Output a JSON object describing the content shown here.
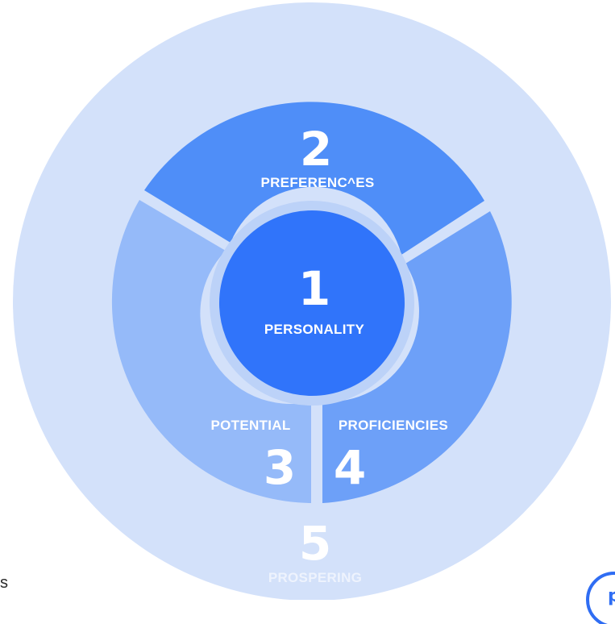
{
  "colors": {
    "outer_ring": "#d3e1fa",
    "segment_preferences": "#4f8ef8",
    "segment_proficiencies": "#6da0f8",
    "segment_potential": "#95baf9",
    "core": "#3074fa",
    "core_border": "#bcd2f8",
    "text": "#ffffff"
  },
  "segments": {
    "personality": {
      "number": "1",
      "label": "PERSONALITY"
    },
    "preferences": {
      "number": "2",
      "label": "PREFERENC^ES"
    },
    "potential": {
      "number": "3",
      "label": "POTENTIAL"
    },
    "proficiencies": {
      "number": "4",
      "label": "PROFICIENCIES"
    },
    "prospering": {
      "number": "5",
      "label": "PROSPERING"
    }
  },
  "edge_text": "s",
  "icons": {
    "corner": "partial-logo-icon"
  }
}
